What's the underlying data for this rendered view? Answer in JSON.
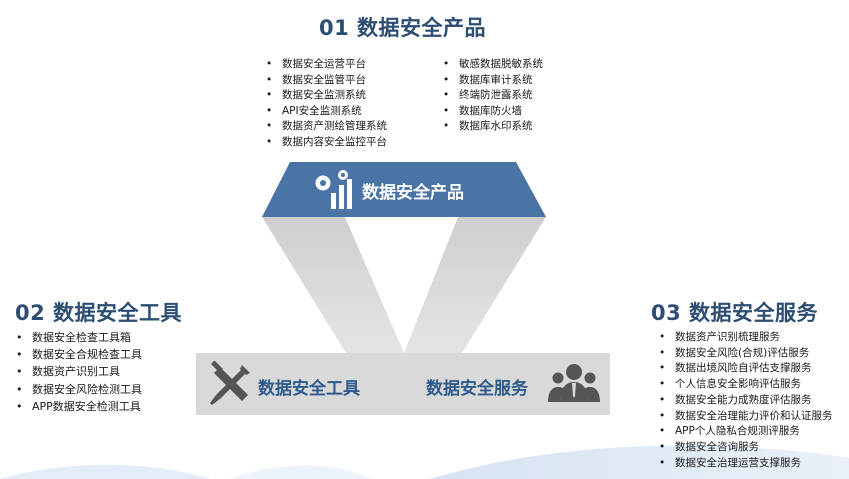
{
  "products": {
    "title": "01 数据安全产品",
    "banner_label": "数据安全产品",
    "icon": "gear-chart-icon",
    "left_items": [
      "数据安全运营平台",
      "数据安全监管平台",
      "数据安全监测系统",
      "API安全监测系统",
      "数据资产测绘管理系统",
      "数据内容安全监控平台"
    ],
    "right_items": [
      "敏感数据脱敏系统",
      "数据库审计系统",
      "终端防泄露系统",
      "数据库防火墙",
      "数据库水印系统"
    ]
  },
  "tools": {
    "title": "02 数据安全工具",
    "banner_label": "数据安全工具",
    "icon": "wrench-screwdriver-icon",
    "items": [
      "数据安全检查工具箱",
      "数据安全合规检查工具",
      "数据资产识别工具",
      "数据安全风险检测工具",
      "APP数据安全检测工具"
    ]
  },
  "services": {
    "title": "03 数据安全服务",
    "banner_label": "数据安全服务",
    "icon": "team-icon",
    "items": [
      "数据资产识别梳理服务",
      "数据安全风险(合规)评估服务",
      "数据出境风险自评估支撑服务",
      "个人信息安全影响评估服务",
      "数据安全能力成熟度评估服务",
      "数据安全治理能力评价和认证服务",
      "APP个人隐私合规测评服务",
      "数据安全咨询服务",
      "数据安全治理运营支撑服务"
    ]
  },
  "colors": {
    "title_blue": "#2e4d73",
    "banner_blue": "#4a74a6",
    "banner_gray": "#d9d9d9",
    "label_blue": "#2e5a8c",
    "icon_gray": "#555555"
  }
}
